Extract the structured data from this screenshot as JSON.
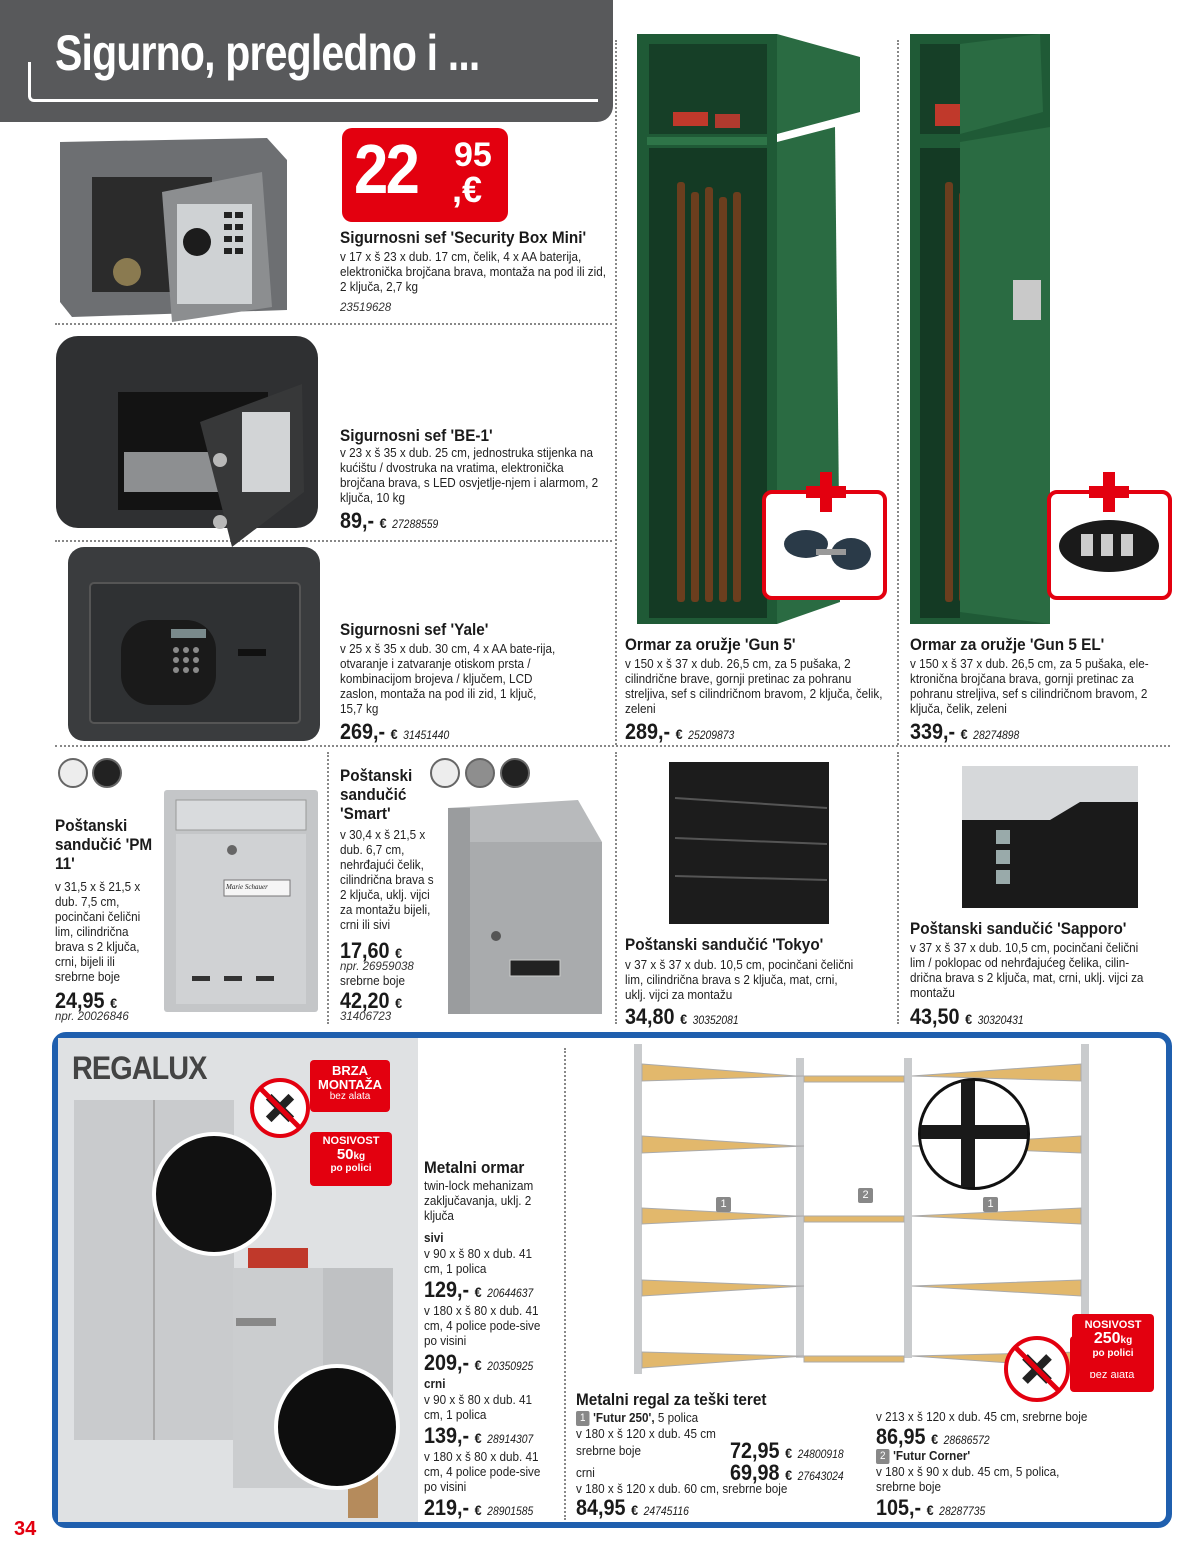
{
  "header": {
    "title": "Sigurno, pregledno i ..."
  },
  "page_number": "34",
  "safes": [
    {
      "name": "Sigurnosni sef 'Security Box Mini'",
      "desc": "v 17 x š 23 x dub. 17 cm, čelik, 4 x AA baterija, elektronička brojčana brava, montaža na pod ili zid, 2 ključa, 2,7 kg",
      "price_badge": {
        "whole": "22",
        "cents": "95",
        "currency": "€"
      },
      "article": "23519628"
    },
    {
      "name": "Sigurnosni sef 'BE-1'",
      "desc": "v 23 x š 35 x dub. 25 cm, jednostruka stijenka na kućištu / dvostruka na vratima, elektronička brojčana brava, s LED osvjetlje-njem i alarmom, 2 ključa, 10 kg",
      "price": "89,-",
      "currency": "€",
      "article": "27288559"
    },
    {
      "name": "Sigurnosni sef 'Yale'",
      "desc": "v 25 x š 35 x dub. 30 cm, 4 x AA bate-rija, otvaranje i zatvaranje otiskom prsta / kombinacijom brojeva / ključem, LCD zaslon, montaža na pod ili zid, 1 ključ, 15,7 kg",
      "price": "269,-",
      "currency": "€",
      "article": "31451440"
    }
  ],
  "gun_cabinets": [
    {
      "name": "Ormar za oružje 'Gun 5'",
      "desc": "v 150 x š 37 x dub. 26,5 cm, za 5 pušaka, 2 cilindrične brave, gornji pretinac za pohranu streljiva, sef s cilindričnom bravom, 2 ključa, čelik, zeleni",
      "price": "289,-",
      "currency": "€",
      "article": "25209873"
    },
    {
      "name": "Ormar za oružje 'Gun 5 EL'",
      "desc": "v 150 x š 37 x dub. 26,5 cm, za 5 pušaka, ele-ktronična brojčana brava, gornji pretinac za pohranu streljiva, sef s cilindričnom bravom, 2 ključa, čelik, zeleni",
      "price": "339,-",
      "currency": "€",
      "article": "28274898"
    }
  ],
  "mailboxes": [
    {
      "name": "Poštanski sandučić 'PM 11'",
      "desc": "v 31,5 x š 21,5 x dub. 7,5 cm, pocinčani čelični lim, cilindrična brava s 2 ključa, crni, bijeli ili srebrne boje",
      "price": "24,95",
      "currency": "€",
      "article": "npr. 20026846",
      "nameplate": "Marie Schauer",
      "swatches": [
        "#ededed",
        "#222222"
      ]
    },
    {
      "name": "Poštanski sandučić 'Smart'",
      "desc": "v 30,4 x š 21,5 x dub. 6,7 cm, nehrđajući čelik, cilindrična brava s 2 ključa, uklj. vijci za montažu bijeli, crni ili sivi",
      "price1": "17,60",
      "article1": "npr. 26959038",
      "variant2": "srebrne boje",
      "price2": "42,20",
      "article2": "31406723",
      "currency": "€",
      "swatches": [
        "#ededed",
        "#8e8e8e",
        "#222222"
      ]
    },
    {
      "name": "Poštanski sandučić 'Tokyo'",
      "desc": "v 37 x š 37 x dub. 10,5 cm, pocinčani čelični lim, cilindrična brava s 2 ključa, mat, crni, uklj. vijci za montažu",
      "price": "34,80",
      "currency": "€",
      "article": "30352081"
    },
    {
      "name": "Poštanski sandučić 'Sapporo'",
      "desc": "v 37 x š 37 x dub. 10,5 cm, pocinčani čelični lim / poklopac od nehrđajućeg čelika, cilin-drična brava s 2 ključa, mat, crni, uklj. vijci za montažu",
      "price": "43,50",
      "currency": "€",
      "article": "30320431"
    }
  ],
  "regalux": {
    "logo": "REGALUX",
    "badge_quick": {
      "line1": "BRZA",
      "line2": "MONTAŽA",
      "line3": "bez alata"
    },
    "badge_load_cabinet": {
      "line1": "NOSIVOST",
      "line2": "50",
      "unit": "kg",
      "line3": "po polici"
    },
    "badge_load_shelf": {
      "line1": "NOSIVOST",
      "line2": "250",
      "unit": "kg",
      "line3": "po polici"
    },
    "cabinet": {
      "name": "Metalni ormar",
      "intro": "twin-lock mehanizam zaključavanja, uklj. 2 ključa",
      "groups": [
        {
          "label": "sivi",
          "items": [
            {
              "desc": "v 90 x š 80 x dub. 41 cm, 1 polica",
              "price": "129,-",
              "article": "20644637"
            },
            {
              "desc": "v 180 x š 80 x dub. 41 cm, 4 police pode-sive po visini",
              "price": "209,-",
              "article": "20350925"
            }
          ]
        },
        {
          "label": "crni",
          "items": [
            {
              "desc": "v 90 x š 80 x dub. 41 cm, 1 polica",
              "price": "139,-",
              "article": "28914307"
            },
            {
              "desc": "v 180 x š 80 x dub. 41 cm, 4 police pode-sive po visini",
              "price": "219,-",
              "article": "28901585"
            }
          ]
        }
      ],
      "currency": "€"
    },
    "shelf": {
      "name": "Metalni regal za teški teret",
      "v1_num": "1",
      "v1_name": "'Futur 250',",
      "v1_suffix": "5 polica",
      "v1_size": "v 180 x š 120 x dub. 45 cm",
      "v1_row1_label": "srebrne boje",
      "v1_row1_price": "72,95",
      "v1_row1_article": "24800918",
      "v1_row2_label": "crni",
      "v1_row2_price": "69,98",
      "v1_row2_article": "27643024",
      "v1_size2": "v 180 x š 120 x dub. 60 cm, srebrne boje",
      "v1_price3": "84,95",
      "v1_article3": "24745116",
      "v1_size3": "v 213 x š 120 x dub. 45 cm, srebrne boje",
      "v1_price4": "86,95",
      "v1_article4": "28686572",
      "v2_num": "2",
      "v2_name": "'Futur Corner'",
      "v2_desc": "v 180 x š 90 x dub. 45 cm, 5 polica, srebrne boje",
      "v2_price": "105,-",
      "v2_article": "28287735",
      "currency": "€",
      "labels": [
        "1",
        "2",
        "1"
      ]
    }
  }
}
